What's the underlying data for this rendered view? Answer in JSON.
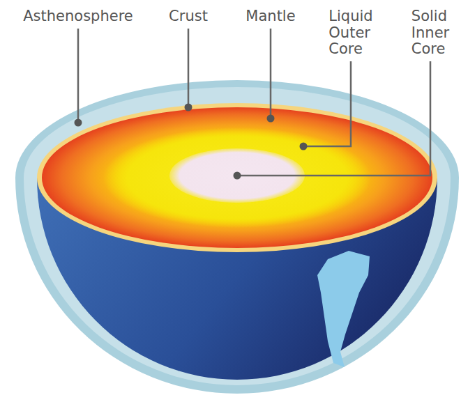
{
  "diagram": {
    "labels": [
      "Asthenosphere",
      "Crust",
      "Mantle",
      "Liquid Outer Core",
      "Solid Inner Core"
    ]
  }
}
